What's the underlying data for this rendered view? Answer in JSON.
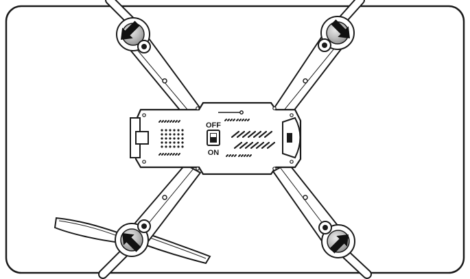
{
  "diagram": {
    "power_switch": {
      "off_label": "OFF",
      "on_label": "ON",
      "state": "OFF"
    },
    "motors": [
      {
        "id": "front-left"
      },
      {
        "id": "front-right"
      },
      {
        "id": "rear-left"
      },
      {
        "id": "rear-right"
      }
    ],
    "colors": {
      "line": "#1a1a1a",
      "fill": "#ffffff",
      "motor_gray": "#b8b8b8",
      "arrow": "#111111"
    }
  }
}
